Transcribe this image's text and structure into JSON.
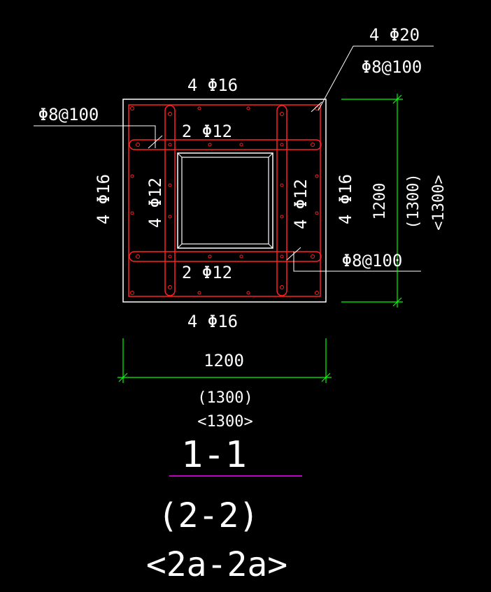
{
  "colors": {
    "background": "#000000",
    "outline": "#ffffff",
    "rebar": "#ff2020",
    "stirrup": "#ff2020",
    "dimension": "#00ff00",
    "title_underline": "#ff00ff",
    "text": "#ffffff"
  },
  "labels": {
    "top_main": "4 Φ16",
    "bottom_main": "4 Φ16",
    "left_main": "4 Φ16",
    "right_main": "4 Φ16",
    "inner_top": "2 Φ12",
    "inner_bottom": "2 Φ12",
    "inner_left": "4 Φ12",
    "inner_right": "4 Φ12",
    "corner_bars": "4 Φ20",
    "corner_stirrup": "Φ8@100",
    "left_stirrup": "Φ8@100",
    "right_stirrup": "Φ8@100"
  },
  "dimensions": {
    "horizontal": "1200",
    "horizontal_alt1": "(1300)",
    "horizontal_alt2": "<1300>",
    "vertical": "1200",
    "vertical_alt1": "(1300)",
    "vertical_alt2": "<1300>"
  },
  "section": {
    "title": "1-1",
    "alt1": "(2-2)",
    "alt2": "<2a-2a>"
  }
}
